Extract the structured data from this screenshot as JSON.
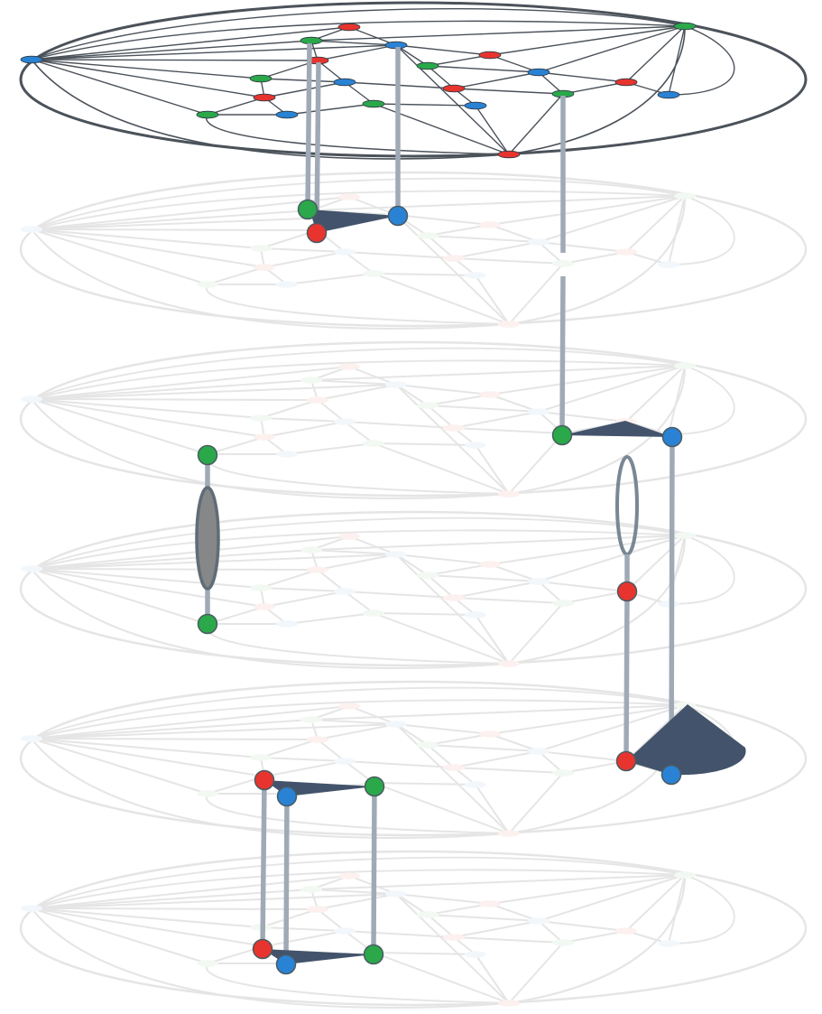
{
  "diagram": {
    "layer_count": 6,
    "node_colors": {
      "red": "#e8342e",
      "green": "#2aa84a",
      "blue": "#2a82d4"
    },
    "base_graph": {
      "nodes": [
        {
          "id": "L",
          "color": "blue"
        },
        {
          "id": "T1",
          "color": "red"
        },
        {
          "id": "G1",
          "color": "green"
        },
        {
          "id": "B1",
          "color": "blue"
        },
        {
          "id": "R1",
          "color": "red"
        },
        {
          "id": "TR",
          "color": "green"
        },
        {
          "id": "G2",
          "color": "green"
        },
        {
          "id": "R2",
          "color": "red"
        },
        {
          "id": "B2",
          "color": "blue"
        },
        {
          "id": "G3",
          "color": "green"
        },
        {
          "id": "R3",
          "color": "red"
        },
        {
          "id": "R4",
          "color": "red"
        },
        {
          "id": "B3",
          "color": "blue"
        },
        {
          "id": "G4",
          "color": "green"
        },
        {
          "id": "R5",
          "color": "red"
        },
        {
          "id": "B4",
          "color": "blue"
        },
        {
          "id": "B5",
          "color": "blue"
        },
        {
          "id": "G5",
          "color": "green"
        },
        {
          "id": "B6",
          "color": "blue"
        },
        {
          "id": "R6",
          "color": "red"
        },
        {
          "id": "G6",
          "color": "green"
        }
      ]
    },
    "layers": [
      {
        "index": 1,
        "highlighted": true
      },
      {
        "index": 2,
        "highlighted": false
      },
      {
        "index": 3,
        "highlighted": false
      },
      {
        "index": 4,
        "highlighted": false
      },
      {
        "index": 5,
        "highlighted": false
      },
      {
        "index": 6,
        "highlighted": false
      }
    ],
    "simplices": [
      {
        "kind": "triangle",
        "colors": [
          "green",
          "red",
          "blue"
        ]
      },
      {
        "kind": "triangle",
        "colors": [
          "green",
          "blue"
        ]
      },
      {
        "kind": "edge",
        "colors": [
          "green",
          "green"
        ]
      },
      {
        "kind": "edge",
        "colors": [
          "red"
        ]
      },
      {
        "kind": "triangle",
        "colors": [
          "red",
          "blue"
        ]
      },
      {
        "kind": "triangle",
        "colors": [
          "red",
          "blue",
          "green"
        ]
      },
      {
        "kind": "triangle",
        "colors": [
          "red",
          "blue",
          "green"
        ]
      }
    ]
  }
}
